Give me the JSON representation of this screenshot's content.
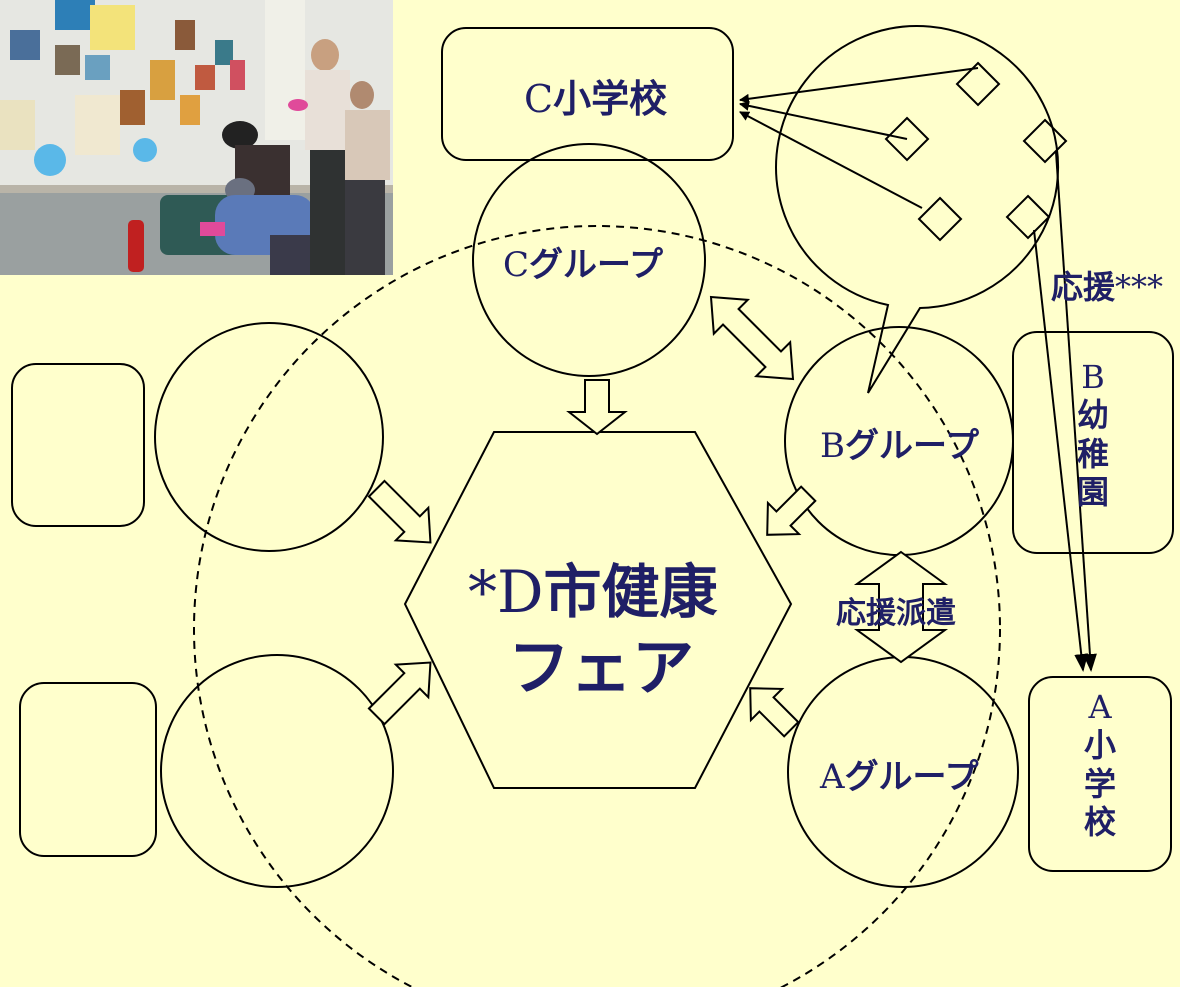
{
  "diagram": {
    "school_c": {
      "latin": "C",
      "kana": "小学校"
    },
    "group_c": {
      "latin": "C",
      "kana": "グループ"
    },
    "group_b": {
      "latin": "B",
      "kana": "グループ"
    },
    "group_a": {
      "latin": "A",
      "kana": "グループ"
    },
    "kindergarten_b": {
      "latin": "B",
      "chars": [
        "幼",
        "稚",
        "園"
      ]
    },
    "school_a": {
      "latin": "A",
      "chars": [
        "小",
        "学",
        "校"
      ]
    },
    "fair": {
      "line1_prefix": "*D",
      "line1_kanji": "市健康",
      "line2": "フェア"
    },
    "support_label": {
      "kanji": "応援",
      "stars": "***"
    },
    "dispatch_label": "応援派遣"
  },
  "colors": {
    "background": "#FFFFCC",
    "text": "#1F1F66",
    "stroke": "#000000"
  },
  "photo": {
    "description_icon": "photo-volunteers-at-wall-display"
  }
}
